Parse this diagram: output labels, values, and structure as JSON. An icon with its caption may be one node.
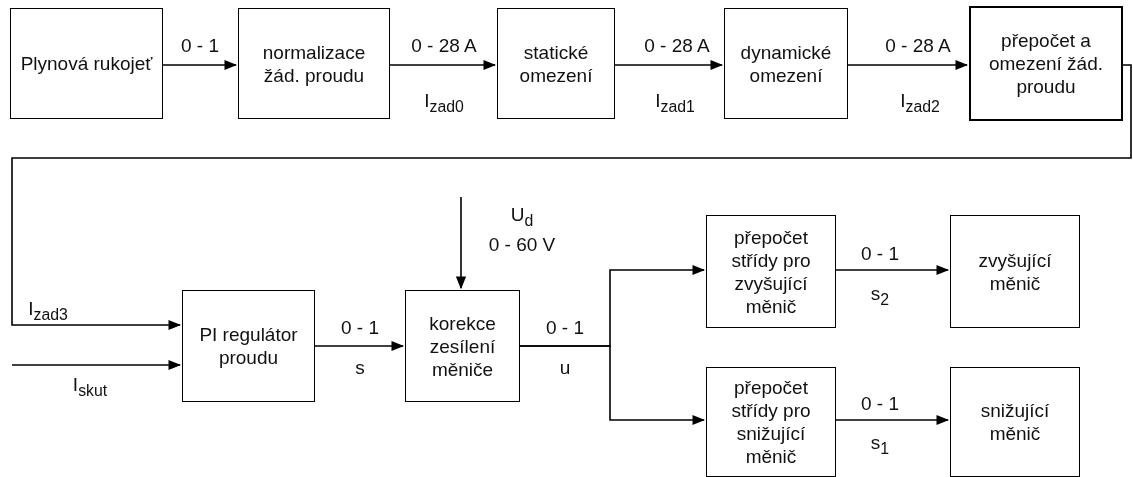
{
  "diagram": {
    "nodes": [
      {
        "text": [
          "Plynová rukojeť"
        ]
      },
      {
        "text": [
          "normalizace žád. proudu"
        ]
      },
      {
        "text": [
          "statické omezení"
        ]
      },
      {
        "text": [
          "dynamické omezení"
        ]
      },
      {
        "text": [
          "přepočet a omezení žád. proudu"
        ]
      },
      {
        "text": [
          "PI regulátor proudu"
        ]
      },
      {
        "text": [
          "korekce zesílení měniče"
        ]
      },
      {
        "text": [
          "přepočet střídy pro zvyšující měnič"
        ]
      },
      {
        "text": [
          "zvyšující měnič"
        ]
      },
      {
        "text": [
          "přepočet střídy pro snižující měnič"
        ]
      },
      {
        "text": [
          "snižující měnič"
        ]
      }
    ],
    "edges": [
      {
        "from": 0,
        "to": 1,
        "arrow": "to",
        "label": "0 - 1"
      },
      {
        "from": 1,
        "to": 2,
        "arrow": "to",
        "label": "0 - 28 A"
      },
      {
        "from": 2,
        "to": 3,
        "arrow": "to",
        "label": "0 - 28 A"
      },
      {
        "from": 3,
        "to": 4,
        "arrow": "to",
        "label": "0 - 28 A"
      },
      {
        "from": 4,
        "to": 5,
        "arrow": "to",
        "label": "I$_{zad3}$"
      },
      {
        "from": null,
        "to": 5,
        "arrow": "to",
        "label": "I$_{skut}$"
      },
      {
        "from": null,
        "to": 6,
        "arrow": "to",
        "label": "U$_{d}$"
      },
      {
        "from": 5,
        "to": 6,
        "arrow": "to",
        "label": "0 - 1"
      },
      {
        "from": 6,
        "to": 7,
        "arrow": "to"
      },
      {
        "from": 6,
        "to": 9,
        "arrow": "to"
      },
      {
        "from": 7,
        "to": 8,
        "arrow": "to",
        "label": "0 - 1"
      },
      {
        "from": 9,
        "to": 10,
        "arrow": "to",
        "label": "0 - 1"
      }
    ],
    "labels": [
      "I$_{zad0}$",
      "I$_{zad1}$",
      "I$_{zad2}$",
      "0 - 60 V",
      "s$_{2}$",
      "0 - 1",
      "s",
      "u",
      "s$_{1}$"
    ]
  }
}
